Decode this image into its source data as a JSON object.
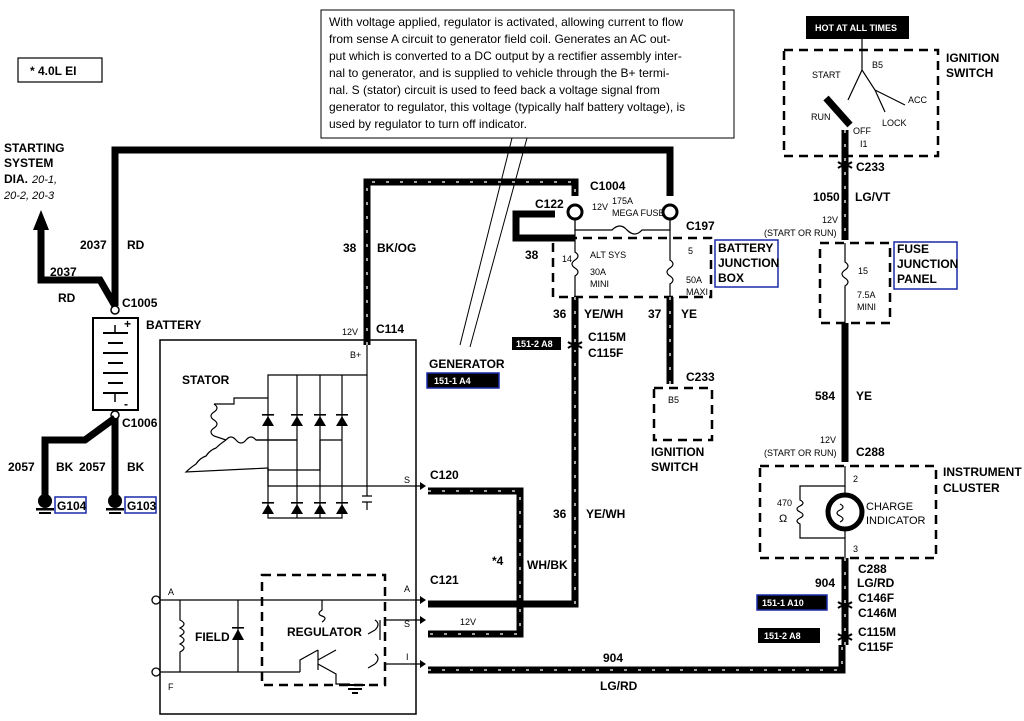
{
  "engine_label": "*  4.0L EI",
  "note_lines": [
    "With voltage applied, regulator is activated, allowing current to flow",
    "from sense A circuit to generator field coil.  Generates an AC out-",
    "put which is converted to a DC output by a rectifier assembly inter-",
    "nal to generator, and is supplied to vehicle through the B+ termi-",
    "nal.  S (stator) circuit is used to feed back a voltage signal from",
    "generator to regulator, this voltage (typically half battery voltage), is",
    "used by regulator to turn off indicator."
  ],
  "starting_system": {
    "line1": "STARTING",
    "line2": "SYSTEM",
    "line3": "DIA.",
    "ref1": "20-1,",
    "ref2": "20-2, 20-3"
  },
  "battery": {
    "label": "BATTERY",
    "top_conn": "C1005",
    "bottom_conn": "C1006",
    "w1_num": "2037",
    "w1_col": "RD",
    "w2_num": "2037",
    "w2_col": "RD",
    "plus": "+",
    "minus": "-",
    "g1_num": "2057",
    "g1_col": "BK",
    "g2_num": "2057",
    "g2_col": "BK",
    "ground1": "G104",
    "ground2": "G103"
  },
  "generator": {
    "label": "GENERATOR",
    "ref": "151-1 A4",
    "b_circuit": "38",
    "b_color": "BK/OG",
    "volt": "12V",
    "conn": "C114",
    "bplus": "B+",
    "stator": "STATOR",
    "s_term": "S",
    "a_term": "A",
    "i_term": "I",
    "f_term": "F",
    "field": "FIELD",
    "regulator": "REGULATOR",
    "c120": "C120",
    "c121": "C121",
    "volt_s": "12V",
    "star4": "*4",
    "wh_bk": "WH/BK"
  },
  "battery_junction": {
    "label_lines": [
      "BATTERY",
      "JUNCTION",
      "BOX"
    ],
    "c122": "C122",
    "c1004": "C1004",
    "c197": "C197",
    "volt": "12V",
    "mega_fuse_amp": "175A",
    "mega_fuse": "MEGA FUSE",
    "w38": "38",
    "f14": "14",
    "alt_sys": "ALT SYS",
    "f14_amp": "30A",
    "f14_type": "MINI",
    "f5": "5",
    "f5_amp": "50A",
    "f5_type": "MAXI",
    "w36": "36",
    "w36_col": "YE/WH",
    "w37": "37",
    "w37_col": "YE"
  },
  "c115": {
    "ref": "151-2 A8",
    "m": "C115M",
    "f": "C115F",
    "w36": "36",
    "w36_col": "YE/WH"
  },
  "ignition_lower": {
    "conn": "C233",
    "pin": "B5",
    "label1": "IGNITION",
    "label2": "SWITCH"
  },
  "ignition_switch": {
    "hot": "HOT AT ALL TIMES",
    "label1": "IGNITION",
    "label2": "SWITCH",
    "b5": "B5",
    "start": "START",
    "run": "RUN",
    "off": "OFF",
    "lock": "LOCK",
    "acc": "ACC",
    "i1": "I1",
    "conn": "C233",
    "w1050": "1050",
    "w1050_col": "LG/VT",
    "volt": "12V",
    "start_run": "(START OR RUN)"
  },
  "fuse_panel": {
    "label_lines": [
      "FUSE",
      "JUNCTION",
      "PANEL"
    ],
    "fuse": "15",
    "amp": "7.5A",
    "type": "MINI"
  },
  "ye584": {
    "num": "584",
    "col": "YE",
    "volt": "12V",
    "start_run": "(START OR RUN)",
    "conn": "C288"
  },
  "cluster": {
    "label1": "INSTRUMENT",
    "label2": "CLUSTER",
    "pin2": "2",
    "pin3": "3",
    "res": "470",
    "ohm": "Ω",
    "charge1": "CHARGE",
    "charge2": "INDICATOR"
  },
  "lower_right": {
    "c288": "C288",
    "w904": "904",
    "w904_col": "LG/RD",
    "ref1": "151-1 A10",
    "c146f": "C146F",
    "c146m": "C146M",
    "ref2": "151-2 A8",
    "c115m": "C115M",
    "c115f": "C115F"
  },
  "bottom_wire": {
    "num": "904",
    "col": "LG/RD"
  },
  "colors": {
    "line": "#000000",
    "link_box": "#1a2aa8",
    "background": "#ffffff"
  }
}
